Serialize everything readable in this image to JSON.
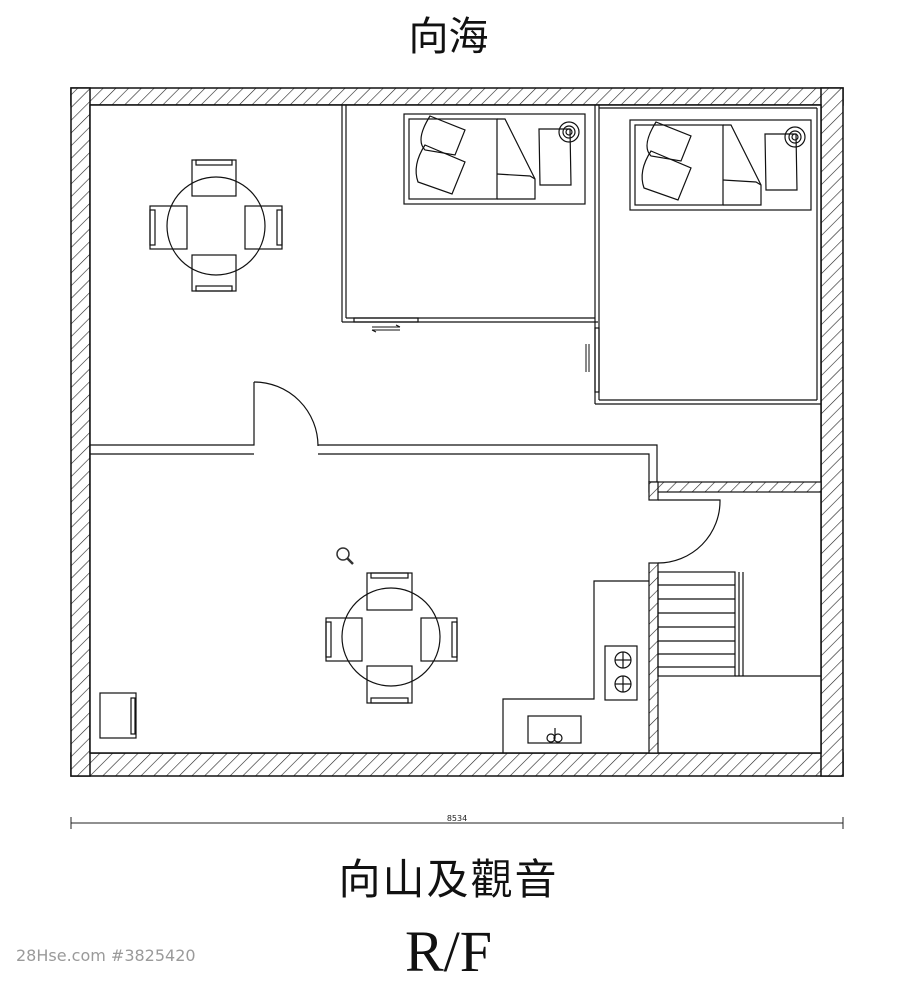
{
  "plan": {
    "orientation_top": "向海",
    "orientation_bottom": "向山及觀音",
    "floor_label": "R/F",
    "dimension": "8534",
    "watermark": "28Hse.com #3825420"
  },
  "colors": {
    "line": "#111111",
    "background": "#ffffff",
    "watermark": "#9a9a9a"
  },
  "icons": [
    "magnifier-icon",
    "hatched-wall",
    "door-swing",
    "bed",
    "dining-table",
    "stove",
    "sink",
    "staircase"
  ]
}
